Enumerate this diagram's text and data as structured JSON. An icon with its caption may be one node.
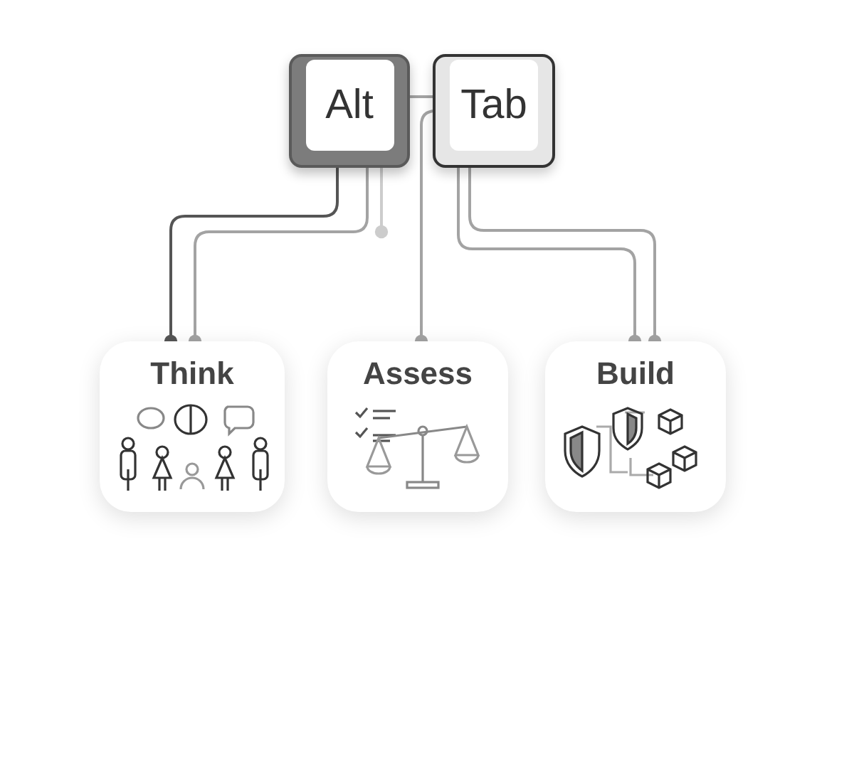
{
  "diagram": {
    "nodes": [
      {
        "text": [
          "Alt"
        ]
      },
      {
        "text": [
          "Tab"
        ]
      },
      {
        "text": [
          "Think"
        ]
      },
      {
        "text": [
          "Assess"
        ]
      },
      {
        "text": [
          "Build"
        ]
      }
    ],
    "edges": [
      {
        "from": 0,
        "to": 1,
        "arrow": "none"
      },
      {
        "from": 0,
        "to": 2,
        "arrow": "other",
        "color": "#555555"
      },
      {
        "from": 0,
        "to": 2,
        "arrow": "other"
      },
      {
        "from": 0,
        "to": null,
        "arrow": "other",
        "color": "#cccccc"
      },
      {
        "from": 1,
        "to": 3,
        "arrow": "other"
      },
      {
        "from": 1,
        "to": 4,
        "arrow": "other"
      },
      {
        "from": 1,
        "to": 4,
        "arrow": "other"
      }
    ]
  }
}
